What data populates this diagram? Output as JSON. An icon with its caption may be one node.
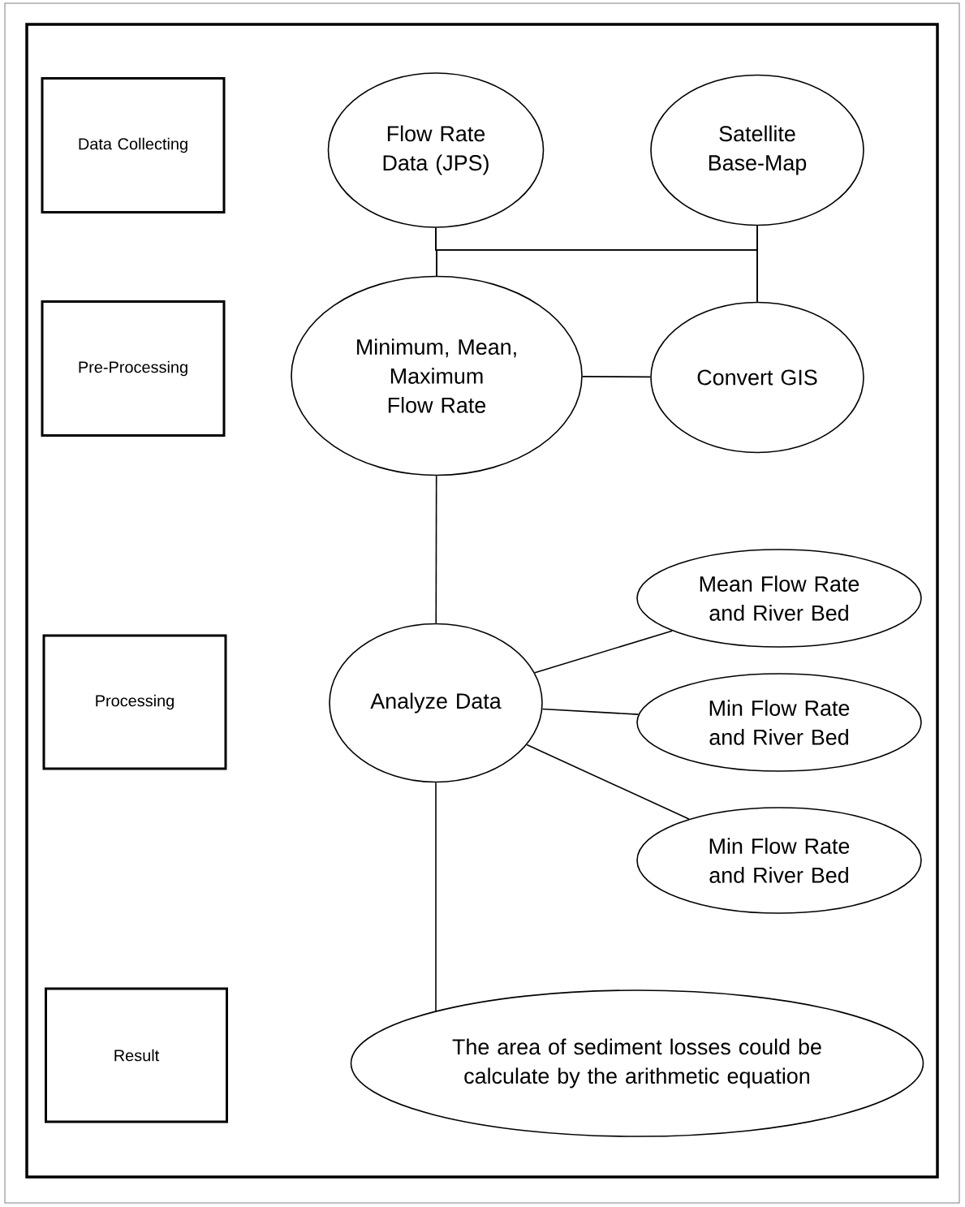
{
  "diagram": {
    "nodes": [
      {
        "text": [
          "Data Collecting"
        ]
      },
      {
        "text": [
          "Flow Rate Data (JPS)"
        ]
      },
      {
        "text": [
          "Satellite Base-Map"
        ]
      },
      {
        "text": [
          "Pre-Processing"
        ]
      },
      {
        "text": [
          "Minimum, Mean, Maximum Flow Rate"
        ]
      },
      {
        "text": [
          "Convert GIS"
        ]
      },
      {
        "text": [
          "Mean Flow Rate and River Bed"
        ]
      },
      {
        "text": [
          "Processing"
        ]
      },
      {
        "text": [
          "Analyze Data"
        ]
      },
      {
        "text": [
          "Min Flow Rate and River Bed"
        ]
      },
      {
        "text": [
          "Min Flow Rate and River Bed"
        ]
      },
      {
        "text": [
          "Result"
        ]
      },
      {
        "text": [
          "The area of sediment losses could be calculate by the arithmetic equation"
        ]
      }
    ],
    "edges": [
      {
        "from": 1,
        "to": 4,
        "arrow": "none"
      },
      {
        "from": 1,
        "to": 5,
        "arrow": "none"
      },
      {
        "from": 2,
        "to": 4,
        "arrow": "none"
      },
      {
        "from": 2,
        "to": 5,
        "arrow": "none"
      },
      {
        "from": 4,
        "to": 5,
        "arrow": "none"
      },
      {
        "from": 4,
        "to": 8,
        "arrow": "none"
      },
      {
        "from": 8,
        "to": 6,
        "arrow": "none"
      },
      {
        "from": 8,
        "to": 9,
        "arrow": "none"
      },
      {
        "from": 8,
        "to": 10,
        "arrow": "none"
      },
      {
        "from": 8,
        "to": 12,
        "arrow": "none"
      }
    ]
  }
}
